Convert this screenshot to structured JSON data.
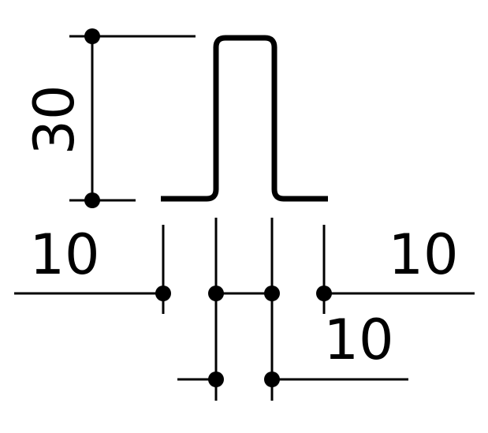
{
  "drawing": {
    "line_color": "#000000",
    "background": "#ffffff",
    "dimensions": {
      "height_label": "30",
      "left_flange_label": "10",
      "right_flange_label": "10",
      "web_gap_label": "10"
    }
  }
}
